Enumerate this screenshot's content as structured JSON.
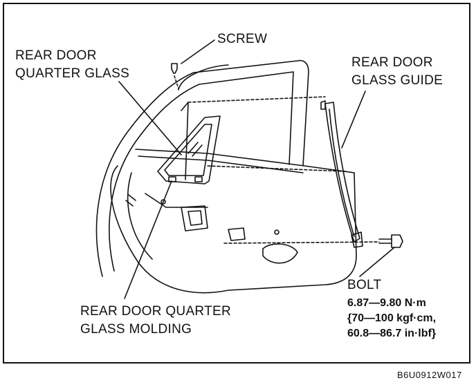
{
  "labels": {
    "screw": "SCREW",
    "rear_door_quarter_glass_l1": "REAR DOOR",
    "rear_door_quarter_glass_l2": "QUARTER GLASS",
    "rear_door_glass_guide_l1": "REAR DOOR",
    "rear_door_glass_guide_l2": "GLASS GUIDE",
    "molding_l1": "REAR DOOR QUARTER",
    "molding_l2": "GLASS MOLDING",
    "bolt": "BOLT",
    "torque_l1": "6.87—9.80 N·m",
    "torque_l2": "{70—100 kgf·cm,",
    "torque_l3": "60.8—86.7 in·lbf}"
  },
  "figure_code": "B6U0912W017",
  "colors": {
    "ink": "#111111",
    "paper": "#ffffff"
  }
}
